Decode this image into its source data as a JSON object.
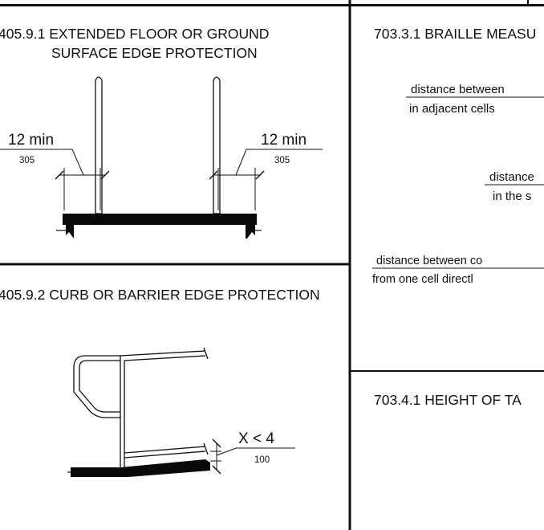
{
  "panels": {
    "p1": {
      "title_line1": "405.9.1 EXTENDED FLOOR OR GROUND",
      "title_line2": "SURFACE EDGE PROTECTION",
      "left_dim": "12 min",
      "left_dim_metric": "305",
      "right_dim": "12 min",
      "right_dim_metric": "305"
    },
    "p2": {
      "title": "405.9.2 CURB OR BARRIER EDGE PROTECTION",
      "dim": "X < 4",
      "dim_metric": "100"
    },
    "p3": {
      "title": "703.3.1 BRAILLE MEASU",
      "label1_line1": "distance between",
      "label1_line2": "in adjacent cells",
      "label2_line1": "distance",
      "label2_line2": "in the s",
      "label3_line1": "distance between co",
      "label3_line2": "from one cell directl"
    },
    "p4": {
      "title": "703.4.1 HEIGHT OF TA"
    }
  }
}
